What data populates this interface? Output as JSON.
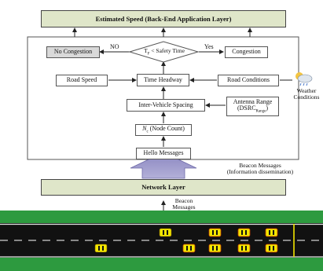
{
  "top_box": "Estimated Speed (Back-End Application Layer)",
  "decision": {
    "prefix": "T",
    "sub": "F",
    "suffix": " < Safety Time"
  },
  "no_label": "NO",
  "yes_label": "Yes",
  "no_congestion": "No Congestion",
  "congestion": "Congestion",
  "road_speed": "Road Speed",
  "time_headway": "Time Headway",
  "road_conditions": "Road Conditions",
  "inter_vehicle_spacing": "Inter-Vehicle Spacing",
  "antenna_range": {
    "line1": "Antenna Range",
    "line2_prefix": "(DSRC",
    "line2_sub": "Range",
    "line2_suffix": ")"
  },
  "node_count": {
    "symbol": "N",
    "sub": "c",
    "text": " (Node Count)"
  },
  "hello_messages": "Hello Messages",
  "weather": {
    "line1": "Weather",
    "line2": "Conditions"
  },
  "beacon_info": {
    "line1": "Beacon Messages",
    "line2": "(Information dissemination)"
  },
  "network_layer": "Network Layer",
  "beacon_lower": {
    "line1": "Beacon",
    "line2": "Messages"
  },
  "colors": {
    "green_box": "#dfe6c9",
    "big_arrow": "#9e9ac9",
    "road": "#111111",
    "grass": "#2d9a3f",
    "car": "#f2e600"
  }
}
